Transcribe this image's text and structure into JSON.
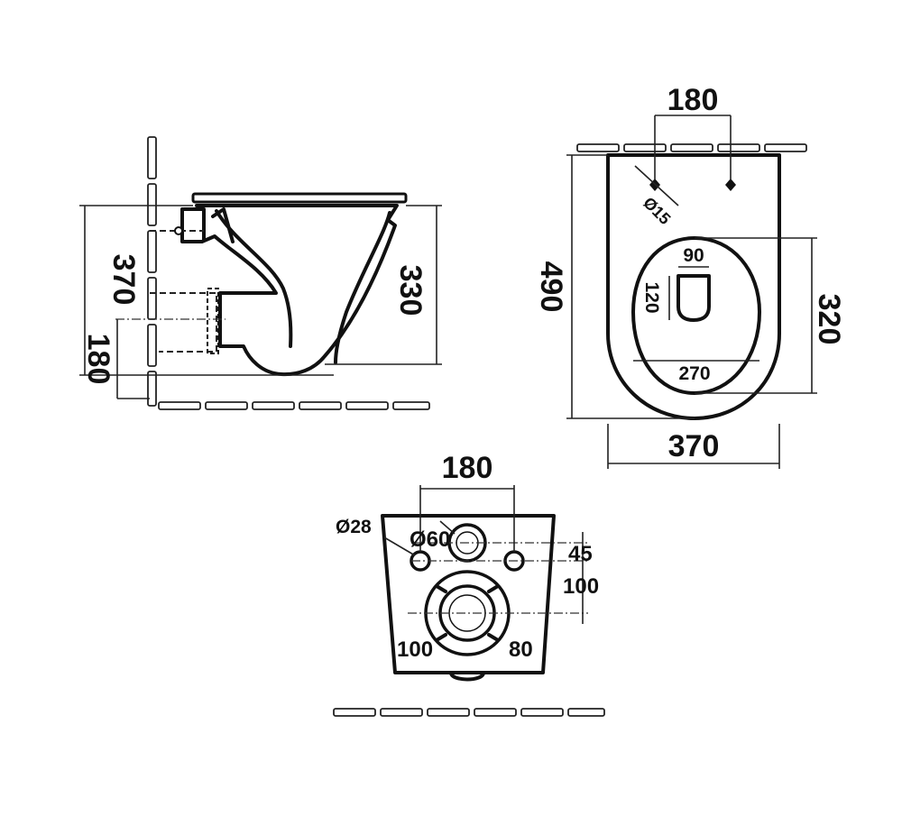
{
  "side_view": {
    "dim_total_height": "370",
    "dim_bowl_height": "330",
    "dim_inlet_height": "180"
  },
  "top_view": {
    "dim_fixing_spacing": "180",
    "dim_fixing_hole": "Ø15",
    "dim_length": "490",
    "dim_opening_length": "320",
    "dim_outlet_width": "90",
    "dim_outlet_length": "120",
    "dim_opening_width": "270",
    "dim_width": "370"
  },
  "back_view": {
    "dim_bolt_spacing": "180",
    "dim_bolt_hole": "Ø28",
    "dim_inlet_diameter": "Ø60",
    "dim_bolt_offset": "45",
    "dim_outlet_offset": "100",
    "dim_outlet_left": "100",
    "dim_outlet_right": "80"
  }
}
